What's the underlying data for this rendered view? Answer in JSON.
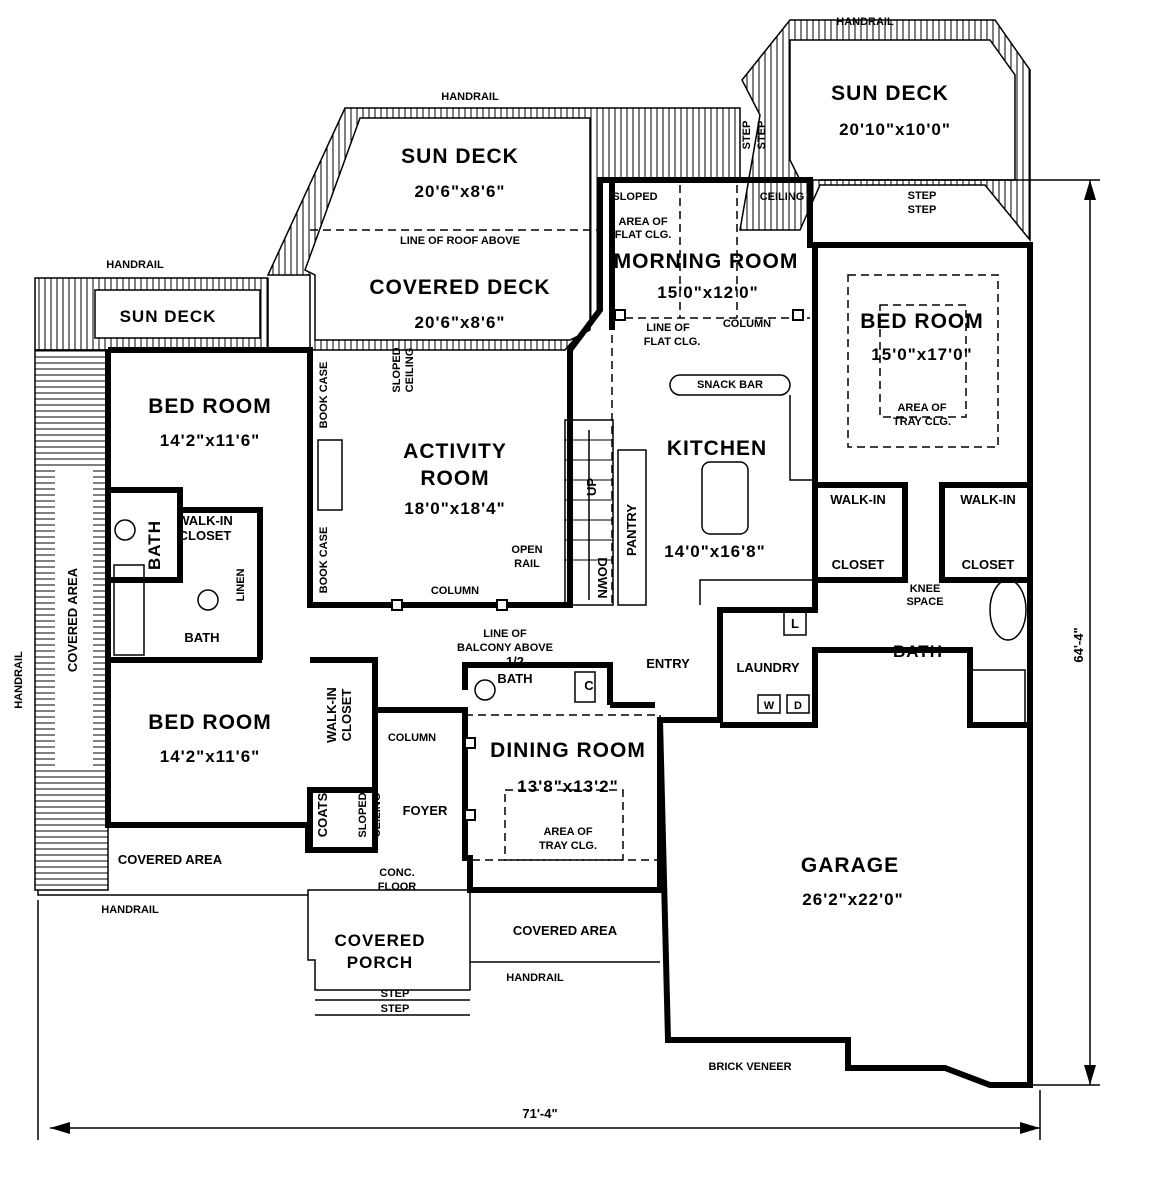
{
  "plan": {
    "handrail": "HANDRAIL",
    "sun_deck_right": {
      "name": "SUN DECK",
      "size": "20'10\"x10'0\""
    },
    "sun_deck_center": {
      "name": "SUN DECK",
      "size": "20'6\"x8'6\""
    },
    "sun_deck_left": {
      "name": "SUN DECK"
    },
    "line_of_roof_above": "LINE OF ROOF ABOVE",
    "covered_deck": {
      "name": "COVERED DECK",
      "size": "20'6\"x8'6\""
    },
    "step": "STEP",
    "morning_room": {
      "name": "MORNING ROOM",
      "size": "15'0\"x12'0\"",
      "sloped": "SLOPED",
      "ceiling": "CEILING",
      "flat1": "AREA OF",
      "flat2": "FLAT CLG.",
      "line1": "LINE OF",
      "line2": "FLAT CLG."
    },
    "column": "COLUMN",
    "master_bed": {
      "name": "BED ROOM",
      "size": "15'0\"x17'0\"",
      "tray1": "AREA OF",
      "tray2": "TRAY CLG."
    },
    "bed_top_left": {
      "name": "BED ROOM",
      "size": "14'2\"x11'6\""
    },
    "bed_bottom_left": {
      "name": "BED ROOM",
      "size": "14'2\"x11'6\""
    },
    "activity_room": {
      "name1": "ACTIVITY",
      "name2": "ROOM",
      "size": "18'0\"x18'4\"",
      "sloped": "SLOPED",
      "ceiling": "CEILING"
    },
    "book_case": "BOOK CASE",
    "snack_bar": "SNACK BAR",
    "kitchen": {
      "name": "KITCHEN",
      "size": "14'0\"x16'8\""
    },
    "pantry": "PANTRY",
    "up": "UP",
    "down": "DOWN",
    "open_rail": {
      "l1": "OPEN",
      "l2": "RAIL"
    },
    "walk_in": "WALK-IN",
    "closet": "CLOSET",
    "knee_space": {
      "l1": "KNEE",
      "l2": "SPACE"
    },
    "bath": "BATH",
    "laundry": "LAUNDRY",
    "entry": "ENTRY",
    "half_bath": {
      "l1": "1/2",
      "l2": "BATH"
    },
    "c": "C",
    "l": "L",
    "w": "W",
    "d": "D",
    "linen": "LINEN",
    "covered_area": "COVERED AREA",
    "line_of_balcony": {
      "l1": "LINE OF",
      "l2": "BALCONY ABOVE"
    },
    "coats": "COATS",
    "sloped_ceiling": {
      "l1": "SLOPED",
      "l2": "CEILING"
    },
    "foyer": "FOYER",
    "dining_room": {
      "name": "DINING ROOM",
      "size": "13'8\"x13'2\"",
      "tray1": "AREA OF",
      "tray2": "TRAY CLG."
    },
    "conc_floor": {
      "l1": "CONC.",
      "l2": "FLOOR"
    },
    "garage": {
      "name": "GARAGE",
      "size": "26'2\"x22'0\""
    },
    "covered_porch": {
      "l1": "COVERED",
      "l2": "PORCH"
    },
    "brick_veneer": "BRICK VENEER",
    "width_dim": "71'-4\"",
    "depth_dim": "64'-4\""
  }
}
